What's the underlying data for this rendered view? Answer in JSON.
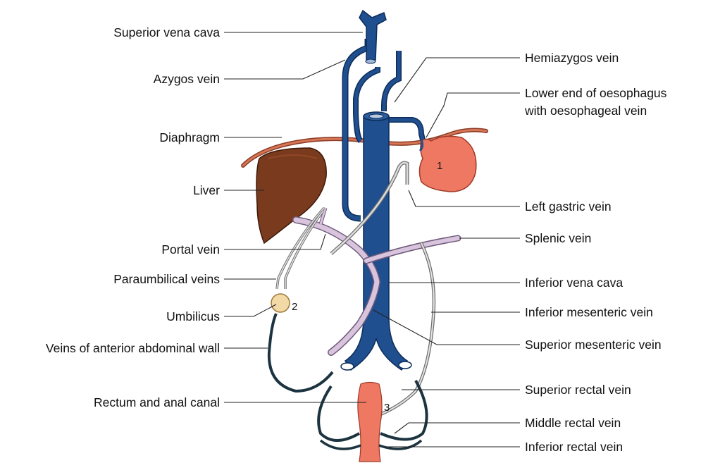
{
  "labels": {
    "superior_vena_cava": "Superior vena cava",
    "azygos_vein": "Azygos vein",
    "diaphragm": "Diaphragm",
    "liver": "Liver",
    "portal_vein": "Portal vein",
    "paraumbilical_veins": "Paraumbilical veins",
    "umbilicus": "Umbilicus",
    "veins_anterior_abdominal_wall": "Veins of anterior abdominal wall",
    "rectum_anal_canal": "Rectum and anal canal",
    "hemiazygos_vein": "Hemiazygos vein",
    "lower_end_oesophagus_line1": "Lower end of oesophagus",
    "lower_end_oesophagus_line2": "with oesophageal vein",
    "left_gastric_vein": "Left gastric vein",
    "splenic_vein": "Splenic vein",
    "inferior_vena_cava": "Inferior vena cava",
    "inferior_mesenteric_vein": "Inferior mesenteric vein",
    "superior_mesenteric_vein": "Superior mesenteric vein",
    "superior_rectal_vein": "Superior rectal vein",
    "middle_rectal_vein": "Middle rectal vein",
    "inferior_rectal_vein": "Inferior rectal vein"
  },
  "site_numbers": {
    "one": "1",
    "two": "2",
    "three": "3"
  },
  "colors": {
    "systemic_vein": "#1f4f8f",
    "systemic_vein_outline": "#0d2c5a",
    "portal_vein": "#d9c4de",
    "portal_vein_outline": "#6f5a7a",
    "liver": "#7a3a1d",
    "diaphragm": "#c9664a",
    "oesophagus": "#ef7862",
    "umbilicus": "#f3d9a6",
    "abdominal_wall_vein": "#1c3340"
  }
}
